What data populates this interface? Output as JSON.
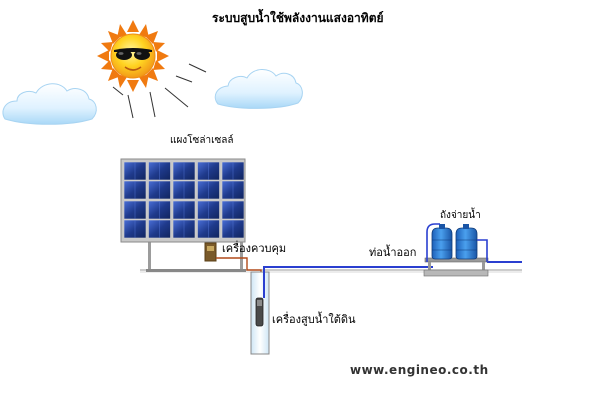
{
  "title": "ระบบสูบน้ำใช้พลังงานแสงอาทิตย์",
  "labels": {
    "solar_panel": "แผงโซล่าเซลล์",
    "controller": "เครื่องควบคุม",
    "outlet_pipe": "ท่อน้ำออก",
    "water_tank": "ถังจ่ายน้ำ",
    "submersible_pump": "เครื่องสูบน้ำใต้ดิน"
  },
  "website": "www.engineo.co.th",
  "colors": {
    "sun": "#ffd321",
    "sun_rays": "#f07a10",
    "panel_cell": "#1f3a8c",
    "panel_frame": "#c8c8c8",
    "pipe": "#2a3fd0",
    "cable": "#b04a1a",
    "tank": "#2a79d6",
    "cloud": "#bfe3fb",
    "ground": "#9a9a9a"
  },
  "icons": [
    "sun-icon",
    "sunglasses-icon",
    "cloud-icon",
    "solar-panel-icon",
    "controller-icon",
    "water-tank-icon",
    "pump-icon"
  ]
}
